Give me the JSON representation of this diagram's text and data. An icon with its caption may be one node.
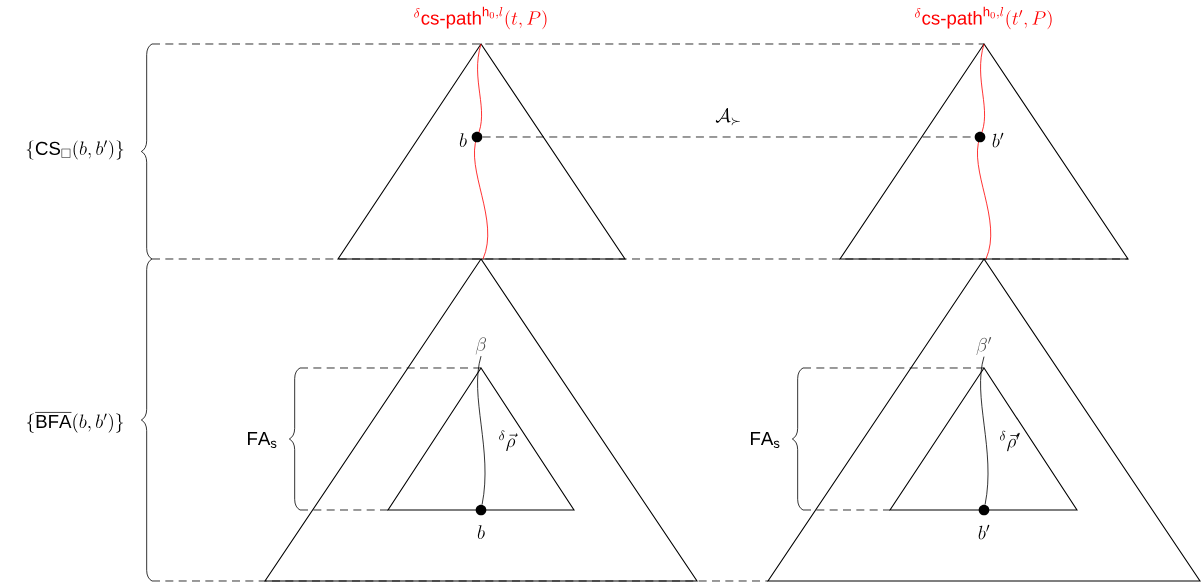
{
  "diagram": {
    "nodes": [
      {
        "text": [],
        "shape": "circle",
        "beside": [
          "b"
        ]
      },
      {
        "text": [],
        "shape": "circle",
        "beside": [
          "b'"
        ]
      },
      {
        "text": [
          "\\beta"
        ]
      },
      {
        "text": [],
        "shape": "circle",
        "beside": [
          "b"
        ]
      },
      {
        "text": [
          "\\beta'"
        ]
      },
      {
        "text": [],
        "shape": "circle",
        "beside": [
          "b'"
        ]
      }
    ],
    "edges": [
      {
        "from": 0,
        "to": 1,
        "arrow": "none",
        "style": "dashed",
        "label": "\\mathcal{A}_{\\succ}"
      },
      {
        "from": 2,
        "to": 3,
        "arrow": "none",
        "label": "{}^{\\delta}\\vec{\\rho}"
      },
      {
        "from": 4,
        "to": 5,
        "arrow": "none",
        "label": "{}^{\\delta}\\vec{\\rho}'"
      }
    ],
    "labels": [
      "{}^{\\delta}\\mathsf{cs{\\text{-}}path}^{\\mathsf{h}_0,l}(t,P)",
      "{}^{\\delta}\\mathsf{cs{\\text{-}}path}^{\\mathsf{h}_0,l}(t',P)",
      "\\{\\mathsf{CS}_{\\square}(b,b')\\}",
      "\\{\\overline{\\mathsf{BFA}}(b,b')\\}",
      "\\mathsf{FA}_{\\mathsf{s}}",
      "\\mathsf{FA}_{\\mathsf{s}}"
    ]
  }
}
